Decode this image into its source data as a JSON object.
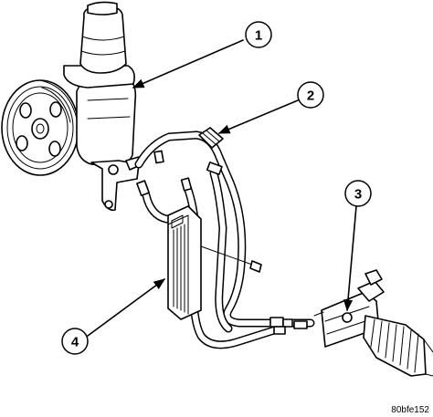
{
  "callouts": [
    {
      "id": "1",
      "label": "1"
    },
    {
      "id": "2",
      "label": "2"
    },
    {
      "id": "3",
      "label": "3"
    },
    {
      "id": "4",
      "label": "4"
    }
  ],
  "figure_code": "80bfe152"
}
